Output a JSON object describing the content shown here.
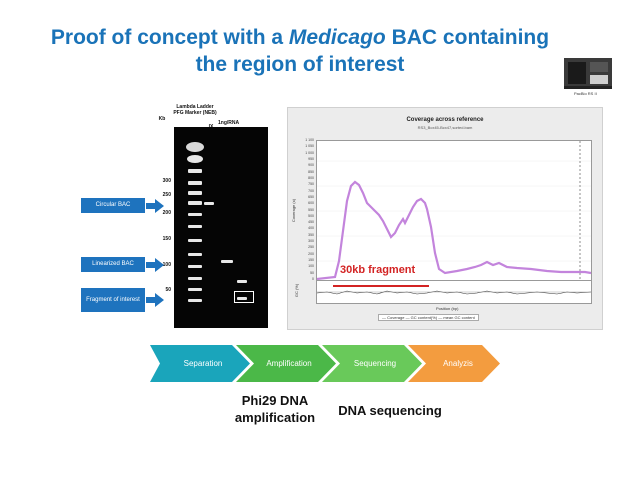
{
  "title": {
    "line1_pre": "Proof of concept with a ",
    "line1_italic": "Medicago",
    "line1_post": " BAC containing",
    "line2": "the region of interest"
  },
  "sequencer": {
    "label": "PacBio RS II"
  },
  "gel": {
    "ladder_header": "Lambda Ladder PFG Marker (NEB)",
    "kb_header": "Kb",
    "lane1_header": "IX DigRNA",
    "lane2_header": "1ng/RNA",
    "kb_labels": [
      "300",
      "250",
      "200",
      "150",
      "100",
      "50"
    ]
  },
  "left_labels": {
    "circular": "Circular BAC",
    "linearized": "Linearized BAC",
    "fragment": "Fragment of interest"
  },
  "chart": {
    "title": "Coverage across reference",
    "subtitle": "RS3_Bcx45-Bcx47,sorted.bam",
    "y_title": "Coverage (x)",
    "y2_title": "GC (%)",
    "x_title": "Position (bp)",
    "y_ticks": [
      "1 100",
      "1 050",
      "1 000",
      "950",
      "900",
      "850",
      "800",
      "750",
      "700",
      "650",
      "600",
      "550",
      "500",
      "450",
      "400",
      "350",
      "300",
      "250",
      "200",
      "150",
      "100",
      "50",
      "0"
    ],
    "legend": "— Coverage   — GC content(%)   — mean GC content",
    "fragment_label": "30kb fragment",
    "coverage_color": "#b86fd6"
  },
  "steps": [
    {
      "label": "Separation",
      "color": "#1aa5bb"
    },
    {
      "label": "Amplification",
      "color": "#4bb848"
    },
    {
      "label": "Sequencing",
      "color": "#69c95a"
    },
    {
      "label": "Analyzis",
      "color": "#f39c3f"
    }
  ],
  "captions": {
    "phi29": "Phi29 DNA amplification",
    "sequencing": "DNA sequencing"
  }
}
